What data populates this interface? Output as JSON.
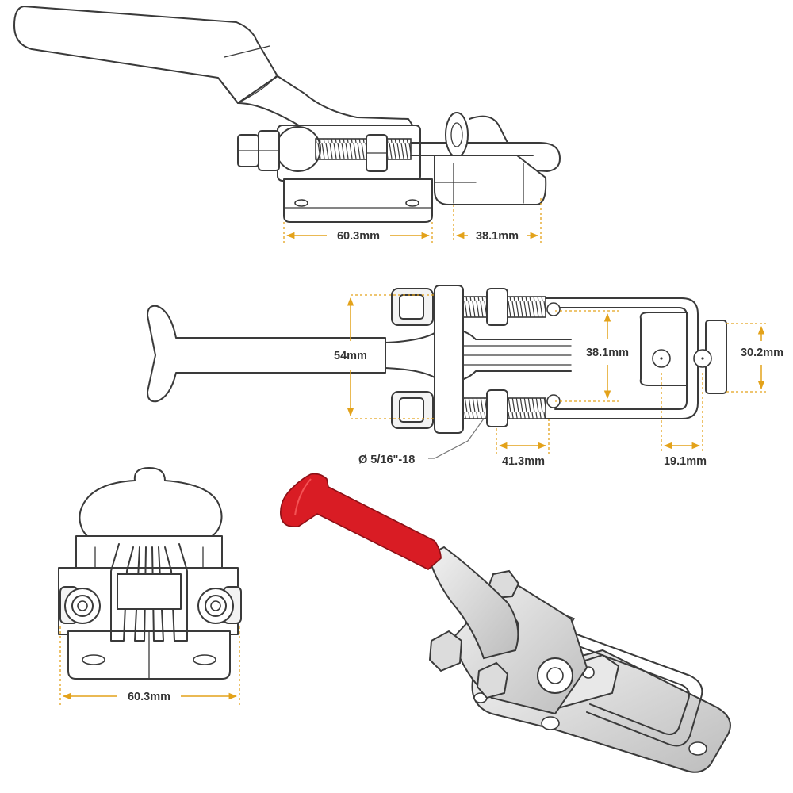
{
  "colors": {
    "dimension": "#e3a21a",
    "outline": "#3a3a3a",
    "handle": "#d91c24",
    "metal": "#d9d9d9"
  },
  "dimensions": {
    "side_base_length": "60.3mm",
    "side_hook_length": "38.1mm",
    "top_overall_width": "54mm",
    "top_inner_width": "38.1mm",
    "top_hook_width": "30.2mm",
    "top_bolt_thread": "Ø 5/16\"-18",
    "top_bolt_spacing": "41.3mm",
    "top_hook_offset": "19.1mm",
    "front_base_width": "60.3mm"
  }
}
